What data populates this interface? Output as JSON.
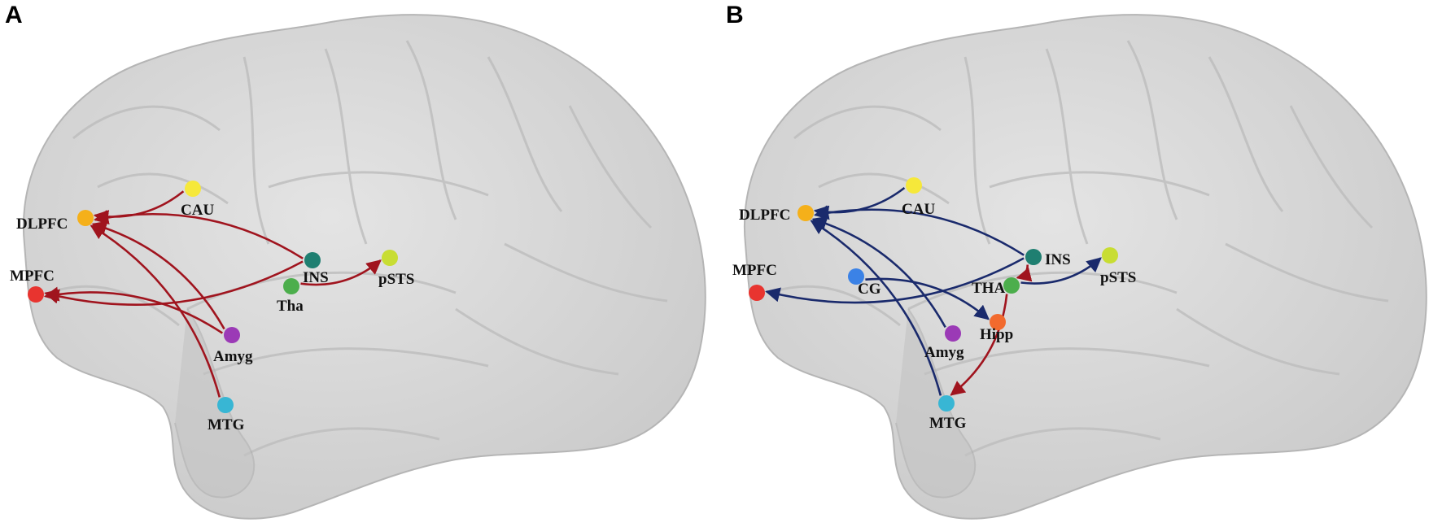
{
  "panels": [
    {
      "letter": "A",
      "arrow_color": "#a0141e",
      "nodes": {
        "DLPFC": {
          "label": "DLPFC",
          "color": "#f5b01a"
        },
        "CAU": {
          "label": "CAU",
          "color": "#f6e83a"
        },
        "MPFC": {
          "label": "MPFC",
          "color": "#e8342f"
        },
        "INS": {
          "label": "INS",
          "color": "#1f7f71"
        },
        "Tha": {
          "label": "Tha",
          "color": "#4cae4c"
        },
        "pSTS": {
          "label": "pSTS",
          "color": "#c8dd33"
        },
        "Amyg": {
          "label": "Amyg",
          "color": "#9b3ab6"
        },
        "MTG": {
          "label": "MTG",
          "color": "#38b6d4"
        }
      },
      "edges": [
        {
          "from": "CAU",
          "to": "DLPFC"
        },
        {
          "from": "INS",
          "to": "DLPFC"
        },
        {
          "from": "INS",
          "to": "MPFC"
        },
        {
          "from": "Tha",
          "to": "pSTS"
        },
        {
          "from": "Amyg",
          "to": "DLPFC"
        },
        {
          "from": "Amyg",
          "to": "MPFC"
        },
        {
          "from": "MTG",
          "to": "DLPFC"
        }
      ]
    },
    {
      "letter": "B",
      "arrow_color": "#1a2a6c",
      "alt_arrow_color": "#a0141e",
      "nodes": {
        "DLPFC": {
          "label": "DLPFC",
          "color": "#f5b01a"
        },
        "CAU": {
          "label": "CAU",
          "color": "#f6e83a"
        },
        "MPFC": {
          "label": "MPFC",
          "color": "#e8342f"
        },
        "INS": {
          "label": "INS",
          "color": "#1f7f71"
        },
        "THA": {
          "label": "THA",
          "color": "#4cae4c"
        },
        "pSTS": {
          "label": "pSTS",
          "color": "#c8dd33"
        },
        "CG": {
          "label": "CG",
          "color": "#3b82e6"
        },
        "Hipp": {
          "label": "Hipp",
          "color": "#f26a2e"
        },
        "Amyg": {
          "label": "Amyg",
          "color": "#9b3ab6"
        },
        "MTG": {
          "label": "MTG",
          "color": "#38b6d4"
        }
      },
      "edges": [
        {
          "from": "CAU",
          "to": "DLPFC",
          "tone": "main"
        },
        {
          "from": "INS",
          "to": "DLPFC",
          "tone": "main"
        },
        {
          "from": "INS",
          "to": "MPFC",
          "tone": "main"
        },
        {
          "from": "INS",
          "to": "THA",
          "tone": "alt"
        },
        {
          "from": "THA",
          "to": "pSTS",
          "tone": "main"
        },
        {
          "from": "THA",
          "to": "MTG",
          "tone": "alt"
        },
        {
          "from": "CG",
          "to": "Hipp",
          "tone": "main"
        },
        {
          "from": "Amyg",
          "to": "DLPFC",
          "tone": "main"
        },
        {
          "from": "MTG",
          "to": "DLPFC",
          "tone": "main"
        }
      ]
    }
  ]
}
